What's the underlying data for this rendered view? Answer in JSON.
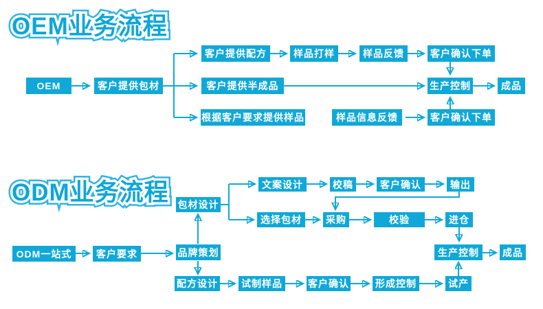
{
  "page": {
    "background": "#ffffff",
    "accent": "#10a8d8",
    "box_text_color": "#ffffff"
  },
  "oem_section": {
    "title": "OEM业务流程",
    "nodes": [
      {
        "label": "OEM"
      },
      {
        "label": "客户提供包材"
      },
      {
        "label": "客户提供配方"
      },
      {
        "label": "样品打样"
      },
      {
        "label": "样品反馈"
      },
      {
        "label": "客户确认下单"
      },
      {
        "label": "客户提供半成品"
      },
      {
        "label": "生产控制"
      },
      {
        "label": "成品"
      },
      {
        "label": "根据客户要求提供样品"
      },
      {
        "label": "样品信息反馈"
      },
      {
        "label": "客户确认下单"
      }
    ]
  },
  "odm_section": {
    "title": "ODM业务流程",
    "nodes": [
      {
        "label": "ODM一站式"
      },
      {
        "label": "客户要求"
      },
      {
        "label": "品牌策划"
      },
      {
        "label": "包材设计"
      },
      {
        "label": "文案设计"
      },
      {
        "label": "校稿"
      },
      {
        "label": "客户确认"
      },
      {
        "label": "输出"
      },
      {
        "label": "选择包材"
      },
      {
        "label": "采购"
      },
      {
        "label": "校验"
      },
      {
        "label": "进仓"
      },
      {
        "label": "生产控制"
      },
      {
        "label": "成品"
      },
      {
        "label": "配方设计"
      },
      {
        "label": "试制样品"
      },
      {
        "label": "客户确认"
      },
      {
        "label": "形成控制"
      },
      {
        "label": "试产"
      }
    ]
  }
}
